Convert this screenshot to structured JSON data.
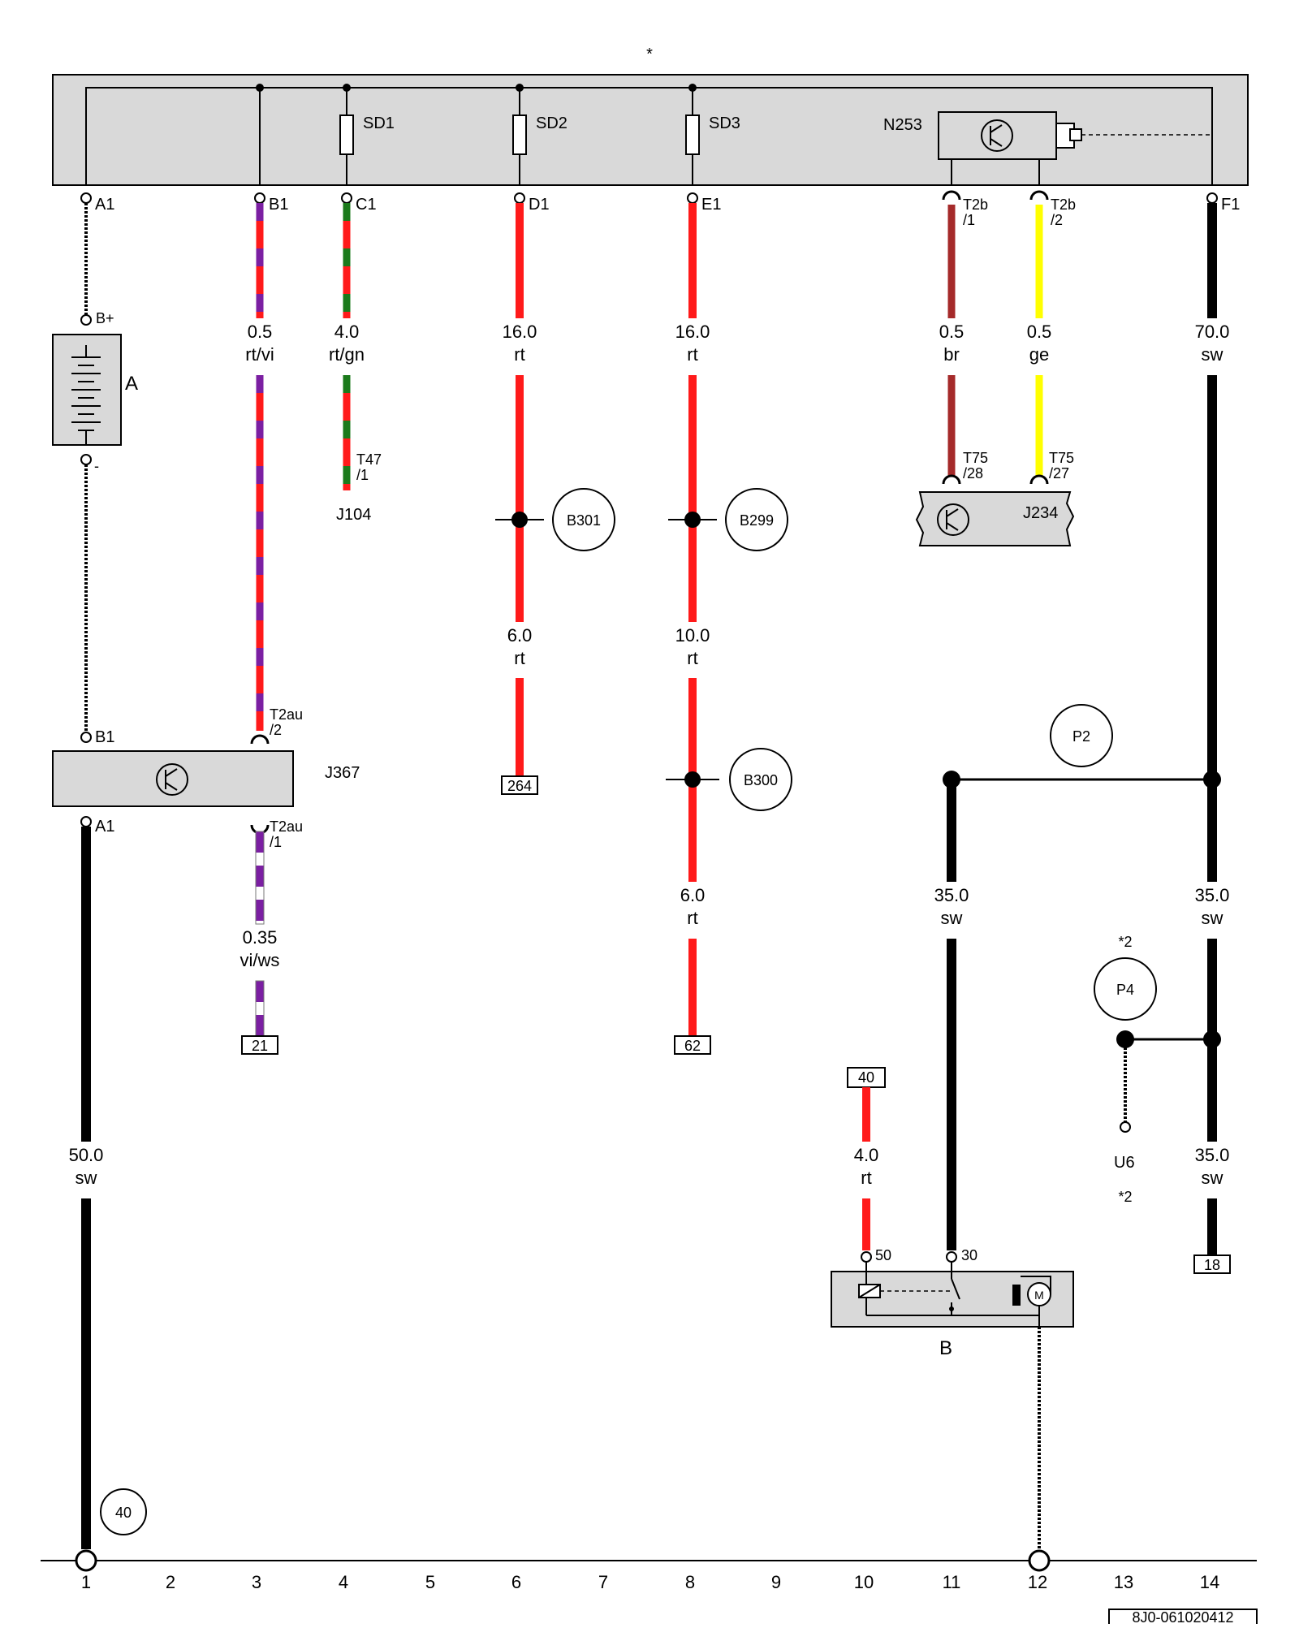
{
  "header_mark": "*",
  "doc_code": "8J0-061020412",
  "column_numbers": [
    "1",
    "2",
    "3",
    "4",
    "5",
    "6",
    "7",
    "8",
    "9",
    "10",
    "11",
    "12",
    "13",
    "14"
  ],
  "components": {
    "fuse_box_pins": [
      "A1",
      "B1",
      "C1",
      "D1",
      "E1",
      "F1"
    ],
    "fuses": [
      "SD1",
      "SD2",
      "SD3"
    ],
    "relay_top": "N253",
    "relay_top_pins": [
      "T2b\n/1",
      "T2b\n/2"
    ],
    "battery": {
      "label": "A",
      "plus": "B+",
      "minus": "-"
    },
    "j367": {
      "label": "J367",
      "pin_in": "B1",
      "pin_out": "A1",
      "t_in": "T2au\n/2",
      "t_out": "T2au\n/1"
    },
    "j104": {
      "label": "J104",
      "connector": "T47\n/1"
    },
    "j234": {
      "label": "J234",
      "pins": [
        "T75\n/28",
        "T75\n/27"
      ]
    },
    "starter": {
      "label": "B",
      "pin50": "50",
      "pin30": "30",
      "motor": "M"
    },
    "u6": {
      "label": "U6",
      "note": "*2"
    }
  },
  "wires": [
    {
      "col": "3",
      "size": "0.5",
      "color": "rt/vi"
    },
    {
      "col": "4",
      "size": "4.0",
      "color": "rt/gn"
    },
    {
      "col": "6",
      "size": "16.0",
      "color": "rt"
    },
    {
      "col": "6b",
      "size": "6.0",
      "color": "rt"
    },
    {
      "col": "8",
      "size": "16.0",
      "color": "rt"
    },
    {
      "col": "8b",
      "size": "10.0",
      "color": "rt"
    },
    {
      "col": "8c",
      "size": "6.0",
      "color": "rt"
    },
    {
      "col": "11a",
      "size": "0.5",
      "color": "br"
    },
    {
      "col": "12a",
      "size": "0.5",
      "color": "ge"
    },
    {
      "col": "14",
      "size": "70.0",
      "color": "sw"
    },
    {
      "col": "3b",
      "size": "0.35",
      "color": "vi/ws"
    },
    {
      "col": "1",
      "size": "50.0",
      "color": "sw"
    },
    {
      "col": "10",
      "size": "4.0",
      "color": "rt"
    },
    {
      "col": "11",
      "size": "35.0",
      "color": "sw"
    },
    {
      "col": "14b",
      "size": "35.0",
      "color": "sw"
    },
    {
      "col": "14c",
      "size": "35.0",
      "color": "sw"
    }
  ],
  "splices": [
    "B301",
    "B299",
    "B300",
    "P2",
    "P4",
    "40"
  ],
  "p4_note": "*2",
  "references": [
    "264",
    "21",
    "62",
    "40",
    "18"
  ],
  "colors": {
    "rt": "#ff1a1a",
    "vi": "#7b1fa2",
    "gn": "#1b7a1b",
    "br": "#a52a2a",
    "ge": "#ffff00",
    "sw": "#000000",
    "ws": "#ffffff",
    "box": "#d9d9d9"
  }
}
